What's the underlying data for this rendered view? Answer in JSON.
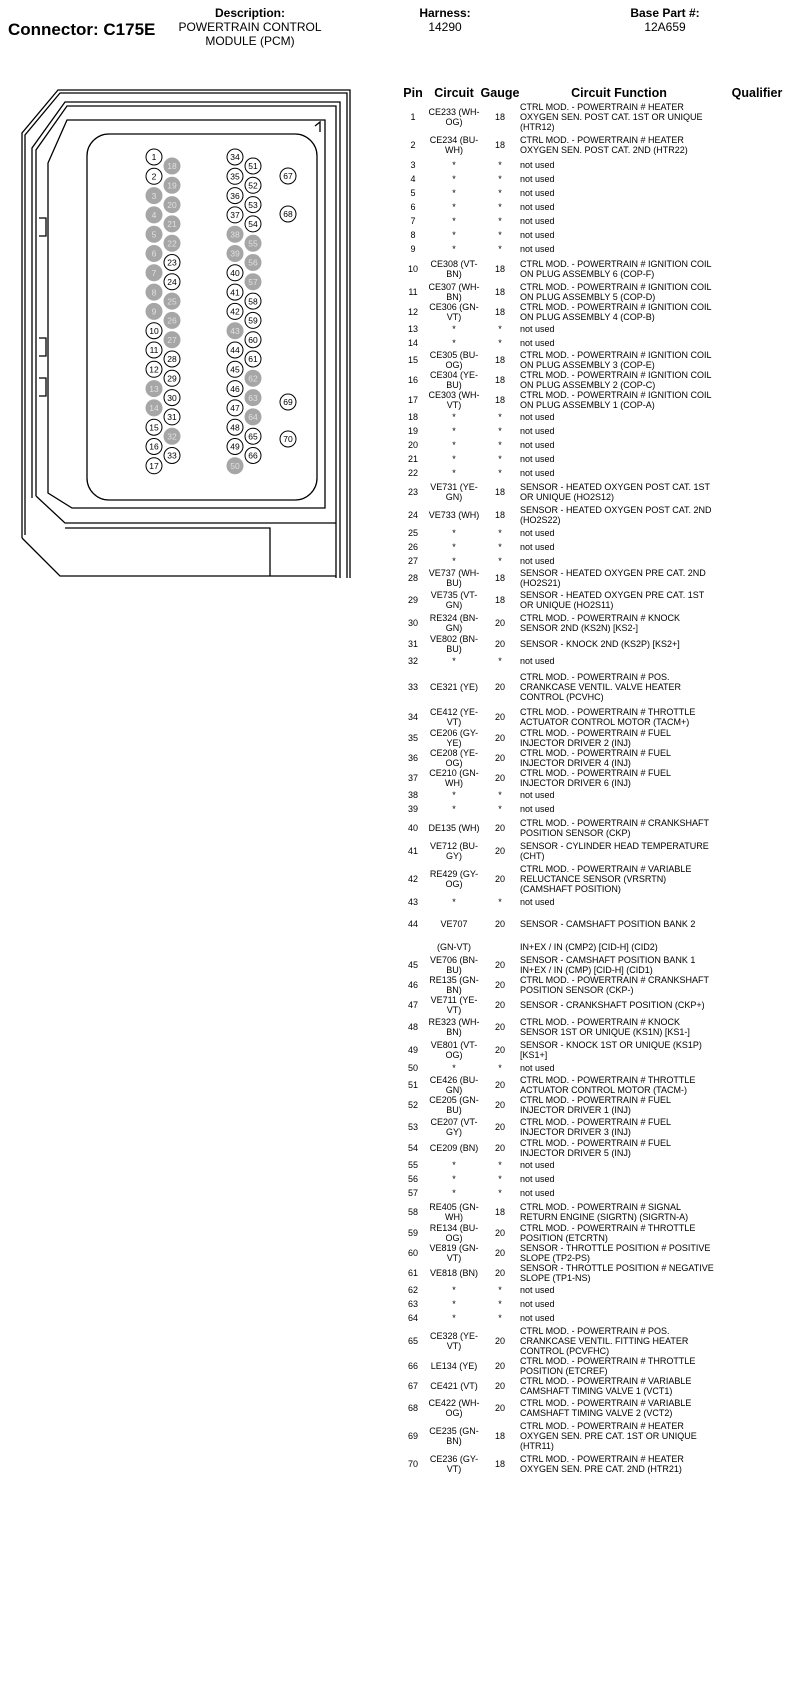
{
  "header": {
    "connector": "Connector: C175E",
    "description_label": "Description:",
    "description_value": "POWERTRAIN CONTROL MODULE (PCM)",
    "harness_label": "Harness:",
    "harness_value": "14290",
    "base_part_label": "Base Part #:",
    "base_part_value": "12A659"
  },
  "table": {
    "columns": [
      "Pin",
      "Circuit",
      "Gauge",
      "Circuit Function",
      "Qualifier"
    ],
    "rows": [
      {
        "pin": "1",
        "circuit": "CE233 (WH-OG)",
        "gauge": "18",
        "function": "CTRL MOD. - POWERTRAIN # HEATER OXYGEN SEN. POST CAT. 1ST OR UNIQUE (HTR12)"
      },
      {
        "pin": "2",
        "circuit": "CE234 (BU-WH)",
        "gauge": "18",
        "function": "CTRL MOD. - POWERTRAIN # HEATER OXYGEN SEN. POST CAT. 2ND (HTR22)"
      },
      {
        "pin": "3",
        "circuit": "*",
        "gauge": "*",
        "function": "not used"
      },
      {
        "pin": "4",
        "circuit": "*",
        "gauge": "*",
        "function": "not used"
      },
      {
        "pin": "5",
        "circuit": "*",
        "gauge": "*",
        "function": "not used"
      },
      {
        "pin": "6",
        "circuit": "*",
        "gauge": "*",
        "function": "not used"
      },
      {
        "pin": "7",
        "circuit": "*",
        "gauge": "*",
        "function": "not used"
      },
      {
        "pin": "8",
        "circuit": "*",
        "gauge": "*",
        "function": "not used"
      },
      {
        "pin": "9",
        "circuit": "*",
        "gauge": "*",
        "function": "not used"
      },
      {
        "pin": "10",
        "circuit": "CE308 (VT-BN)",
        "gauge": "18",
        "function": "CTRL MOD. - POWERTRAIN # IGNITION COIL ON PLUG ASSEMBLY 6 (COP-F)"
      },
      {
        "pin": "11",
        "circuit": "CE307 (WH-BN)",
        "gauge": "18",
        "function": "CTRL MOD. - POWERTRAIN # IGNITION COIL ON PLUG ASSEMBLY 5 (COP-D)"
      },
      {
        "pin": "12",
        "circuit": "CE306 (GN-VT)",
        "gauge": "18",
        "function": "CTRL MOD. - POWERTRAIN # IGNITION COIL ON PLUG ASSEMBLY 4 (COP-B)"
      },
      {
        "pin": "13",
        "circuit": "*",
        "gauge": "*",
        "function": "not used"
      },
      {
        "pin": "14",
        "circuit": "*",
        "gauge": "*",
        "function": "not used"
      },
      {
        "pin": "15",
        "circuit": "CE305 (BU-OG)",
        "gauge": "18",
        "function": "CTRL MOD. - POWERTRAIN # IGNITION COIL ON PLUG ASSEMBLY 3 (COP-E)"
      },
      {
        "pin": "16",
        "circuit": "CE304 (YE-BU)",
        "gauge": "18",
        "function": "CTRL MOD. - POWERTRAIN # IGNITION COIL ON PLUG ASSEMBLY 2 (COP-C)"
      },
      {
        "pin": "17",
        "circuit": "CE303 (WH-VT)",
        "gauge": "18",
        "function": "CTRL MOD. - POWERTRAIN # IGNITION COIL ON PLUG ASSEMBLY 1 (COP-A)"
      },
      {
        "pin": "18",
        "circuit": "*",
        "gauge": "*",
        "function": "not used"
      },
      {
        "pin": "19",
        "circuit": "*",
        "gauge": "*",
        "function": "not used"
      },
      {
        "pin": "20",
        "circuit": "*",
        "gauge": "*",
        "function": "not used"
      },
      {
        "pin": "21",
        "circuit": "*",
        "gauge": "*",
        "function": "not used"
      },
      {
        "pin": "22",
        "circuit": "*",
        "gauge": "*",
        "function": "not used"
      },
      {
        "pin": "23",
        "circuit": "VE731 (YE-GN)",
        "gauge": "18",
        "function": "SENSOR - HEATED OXYGEN POST CAT. 1ST OR UNIQUE (HO2S12)"
      },
      {
        "pin": "24",
        "circuit": "VE733 (WH)",
        "gauge": "18",
        "function": "SENSOR - HEATED OXYGEN POST CAT. 2ND (HO2S22)"
      },
      {
        "pin": "25",
        "circuit": "*",
        "gauge": "*",
        "function": "not used"
      },
      {
        "pin": "26",
        "circuit": "*",
        "gauge": "*",
        "function": "not used"
      },
      {
        "pin": "27",
        "circuit": "*",
        "gauge": "*",
        "function": "not used"
      },
      {
        "pin": "28",
        "circuit": "VE737 (WH-BU)",
        "gauge": "18",
        "function": "SENSOR - HEATED OXYGEN PRE CAT. 2ND (HO2S21)"
      },
      {
        "pin": "29",
        "circuit": "VE735 (VT-GN)",
        "gauge": "18",
        "function": "SENSOR - HEATED OXYGEN PRE CAT. 1ST OR UNIQUE (HO2S11)"
      },
      {
        "pin": "30",
        "circuit": "RE324 (BN-GN)",
        "gauge": "20",
        "function": "CTRL MOD. - POWERTRAIN # KNOCK SENSOR 2ND (KS2N) [KS2-]"
      },
      {
        "pin": "31",
        "circuit": "VE802 (BN-BU)",
        "gauge": "20",
        "function": "SENSOR - KNOCK 2ND (KS2P) [KS2+]"
      },
      {
        "pin": "32",
        "circuit": "*",
        "gauge": "*",
        "function": "not used"
      },
      {
        "pin": "33",
        "circuit": "CE321 (YE)",
        "gauge": "20",
        "function": "CTRL MOD. - POWERTRAIN # POS. CRANKCASE VENTIL. VALVE HEATER CONTROL (PCVHC)"
      },
      {
        "pin": "34",
        "circuit": "CE412 (YE-VT)",
        "gauge": "20",
        "function": "CTRL MOD. - POWERTRAIN # THROTTLE ACTUATOR CONTROL MOTOR (TACM+)"
      },
      {
        "pin": "35",
        "circuit": "CE206 (GY-YE)",
        "gauge": "20",
        "function": "CTRL MOD. - POWERTRAIN # FUEL INJECTOR DRIVER 2 (INJ)"
      },
      {
        "pin": "36",
        "circuit": "CE208 (YE-OG)",
        "gauge": "20",
        "function": "CTRL MOD. - POWERTRAIN # FUEL INJECTOR DRIVER 4 (INJ)"
      },
      {
        "pin": "37",
        "circuit": "CE210 (GN-WH)",
        "gauge": "20",
        "function": "CTRL MOD. - POWERTRAIN # FUEL INJECTOR DRIVER 6 (INJ)"
      },
      {
        "pin": "38",
        "circuit": "*",
        "gauge": "*",
        "function": "not used"
      },
      {
        "pin": "39",
        "circuit": "*",
        "gauge": "*",
        "function": "not used"
      },
      {
        "pin": "40",
        "circuit": "DE135 (WH)",
        "gauge": "20",
        "function": "CTRL MOD. - POWERTRAIN # CRANKSHAFT POSITION SENSOR (CKP)"
      },
      {
        "pin": "41",
        "circuit": "VE712 (BU-GY)",
        "gauge": "20",
        "function": "SENSOR - CYLINDER HEAD TEMPERATURE (CHT)"
      },
      {
        "pin": "42",
        "circuit": "RE429 (GY-OG)",
        "gauge": "20",
        "function": "CTRL MOD. - POWERTRAIN # VARIABLE RELUCTANCE SENSOR (VRSRTN) (CAMSHAFT POSITION)"
      },
      {
        "pin": "43",
        "circuit": "*",
        "gauge": "*",
        "function": "not used"
      },
      {
        "pin": "44",
        "circuit": "VE707",
        "gauge": "20",
        "function": "SENSOR - CAMSHAFT POSITION BANK 2"
      },
      {
        "pin": "",
        "circuit": "(GN-VT)",
        "gauge": "",
        "function": "IN+EX / IN (CMP2) [CID-H] (CID2)"
      },
      {
        "pin": "45",
        "circuit": "VE706 (BN-BU)",
        "gauge": "20",
        "function": "SENSOR - CAMSHAFT POSITION BANK 1 IN+EX / IN (CMP) [CID-H] (CID1)"
      },
      {
        "pin": "46",
        "circuit": "RE135 (GN-BN)",
        "gauge": "20",
        "function": "CTRL MOD. - POWERTRAIN # CRANKSHAFT POSITION SENSOR (CKP-)"
      },
      {
        "pin": "47",
        "circuit": "VE711 (YE-VT)",
        "gauge": "20",
        "function": "SENSOR - CRANKSHAFT POSITION (CKP+)"
      },
      {
        "pin": "48",
        "circuit": "RE323 (WH-BN)",
        "gauge": "20",
        "function": "CTRL MOD. - POWERTRAIN # KNOCK SENSOR 1ST OR UNIQUE (KS1N) [KS1-]"
      },
      {
        "pin": "49",
        "circuit": "VE801 (VT-OG)",
        "gauge": "20",
        "function": "SENSOR - KNOCK 1ST OR UNIQUE (KS1P) [KS1+]"
      },
      {
        "pin": "50",
        "circuit": "*",
        "gauge": "*",
        "function": "not used"
      },
      {
        "pin": "51",
        "circuit": "CE426 (BU-GN)",
        "gauge": "20",
        "function": "CTRL MOD. - POWERTRAIN # THROTTLE ACTUATOR CONTROL MOTOR (TACM-)"
      },
      {
        "pin": "52",
        "circuit": "CE205 (GN-BU)",
        "gauge": "20",
        "function": "CTRL MOD. - POWERTRAIN # FUEL INJECTOR DRIVER 1 (INJ)"
      },
      {
        "pin": "53",
        "circuit": "CE207 (VT-GY)",
        "gauge": "20",
        "function": "CTRL MOD. - POWERTRAIN # FUEL INJECTOR DRIVER 3 (INJ)"
      },
      {
        "pin": "54",
        "circuit": "CE209 (BN)",
        "gauge": "20",
        "function": "CTRL MOD. - POWERTRAIN # FUEL INJECTOR DRIVER 5 (INJ)"
      },
      {
        "pin": "55",
        "circuit": "*",
        "gauge": "*",
        "function": "not used"
      },
      {
        "pin": "56",
        "circuit": "*",
        "gauge": "*",
        "function": "not used"
      },
      {
        "pin": "57",
        "circuit": "*",
        "gauge": "*",
        "function": "not used"
      },
      {
        "pin": "58",
        "circuit": "RE405 (GN-WH)",
        "gauge": "18",
        "function": "CTRL MOD. - POWERTRAIN # SIGNAL RETURN ENGINE (SIGRTN) (SIGRTN-A)"
      },
      {
        "pin": "59",
        "circuit": "RE134 (BU-OG)",
        "gauge": "20",
        "function": "CTRL MOD. - POWERTRAIN # THROTTLE POSITION (ETCRTN)"
      },
      {
        "pin": "60",
        "circuit": "VE819 (GN-VT)",
        "gauge": "20",
        "function": "SENSOR - THROTTLE POSITION # POSITIVE SLOPE (TP2-PS)"
      },
      {
        "pin": "61",
        "circuit": "VE818 (BN)",
        "gauge": "20",
        "function": "SENSOR - THROTTLE POSITION # NEGATIVE SLOPE (TP1-NS)"
      },
      {
        "pin": "62",
        "circuit": "*",
        "gauge": "*",
        "function": "not used"
      },
      {
        "pin": "63",
        "circuit": "*",
        "gauge": "*",
        "function": "not used"
      },
      {
        "pin": "64",
        "circuit": "*",
        "gauge": "*",
        "function": "not used"
      },
      {
        "pin": "65",
        "circuit": "CE328 (YE-VT)",
        "gauge": "20",
        "function": "CTRL MOD. - POWERTRAIN # POS. CRANKCASE VENTIL. FITTING HEATER CONTROL (PCVFHC)"
      },
      {
        "pin": "66",
        "circuit": "LE134 (YE)",
        "gauge": "20",
        "function": "CTRL MOD. - POWERTRAIN # THROTTLE POSITION (ETCREF)"
      },
      {
        "pin": "67",
        "circuit": "CE421 (VT)",
        "gauge": "20",
        "function": "CTRL MOD. - POWERTRAIN # VARIABLE CAMSHAFT TIMING VALVE 1 (VCT1)"
      },
      {
        "pin": "68",
        "circuit": "CE422 (WH-OG)",
        "gauge": "20",
        "function": "CTRL MOD. - POWERTRAIN # VARIABLE CAMSHAFT TIMING VALVE 2 (VCT2)"
      },
      {
        "pin": "69",
        "circuit": "CE235 (GN-BN)",
        "gauge": "18",
        "function": "CTRL MOD. - POWERTRAIN # HEATER OXYGEN SEN. PRE CAT. 1ST OR UNIQUE (HTR11)"
      },
      {
        "pin": "70",
        "circuit": "CE236 (GY-VT)",
        "gauge": "18",
        "function": "CTRL MOD. - POWERTRAIN # HEATER OXYGEN SEN. PRE CAT. 2ND (HTR21)"
      }
    ]
  },
  "connector_face": {
    "unused_fill": "#a6a6a6",
    "used_fill": "#ffffff",
    "col1": {
      "pins": [
        "1",
        "2",
        "3",
        "4",
        "5",
        "6",
        "7",
        "8",
        "9",
        "10",
        "11",
        "12",
        "13",
        "14",
        "15",
        "16",
        "17"
      ],
      "unused": [
        "3",
        "4",
        "5",
        "6",
        "7",
        "8",
        "9",
        "13",
        "14"
      ]
    },
    "col2": {
      "pins": [
        "18",
        "19",
        "20",
        "21",
        "22",
        "23",
        "24",
        "25",
        "26",
        "27",
        "28",
        "29",
        "30",
        "31",
        "32",
        "33"
      ],
      "unused": [
        "18",
        "19",
        "20",
        "21",
        "22",
        "25",
        "26",
        "27",
        "32"
      ]
    },
    "col3": {
      "pins": [
        "34",
        "35",
        "36",
        "37",
        "38",
        "39",
        "40",
        "41",
        "42",
        "43",
        "44",
        "45",
        "46",
        "47",
        "48",
        "49",
        "50"
      ],
      "unused": [
        "38",
        "39",
        "43",
        "50"
      ]
    },
    "col4": {
      "pins": [
        "51",
        "52",
        "53",
        "54",
        "55",
        "56",
        "57",
        "58",
        "59",
        "60",
        "61",
        "62",
        "63",
        "64",
        "65",
        "66"
      ],
      "unused": [
        "55",
        "56",
        "57",
        "62",
        "63",
        "64"
      ]
    },
    "extra": {
      "pins": [
        "67",
        "68",
        "69",
        "70"
      ],
      "unused": []
    }
  }
}
